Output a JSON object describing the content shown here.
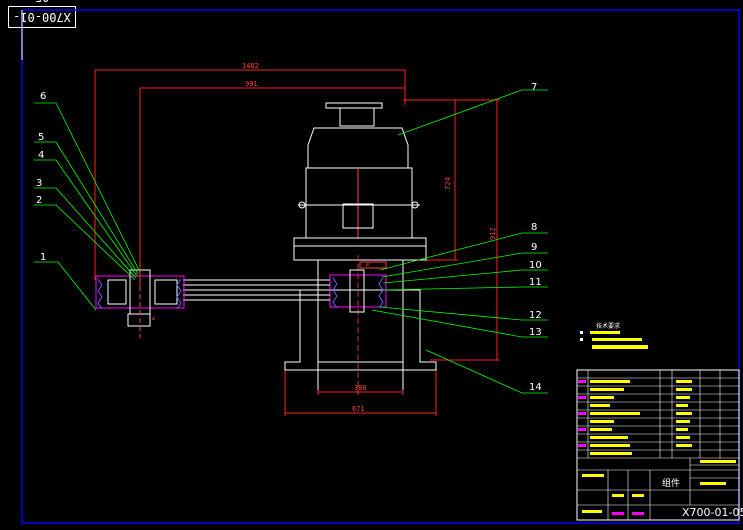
{
  "drawing_number": "X700-01-05",
  "dimensions": {
    "top_overall": "1482",
    "top_inner": "991",
    "right_vertical": "724",
    "right_outer": "912",
    "base_inner": "386",
    "base_outer": "671"
  },
  "balloons": [
    "1",
    "2",
    "3",
    "4",
    "5",
    "6",
    "7",
    "8",
    "9",
    "10",
    "11",
    "12",
    "13",
    "14"
  ],
  "tech_notes_heading": "技术要求",
  "title_block": {
    "assembly_label": "组件",
    "drawing_code": "X700-01-05"
  },
  "colors": {
    "frame": "#0000ff",
    "dimension": "#ff0000",
    "leader": "#00ff00",
    "part": "#ffffff",
    "hatch": "#ff00ff",
    "highlight": "#ffff00"
  }
}
